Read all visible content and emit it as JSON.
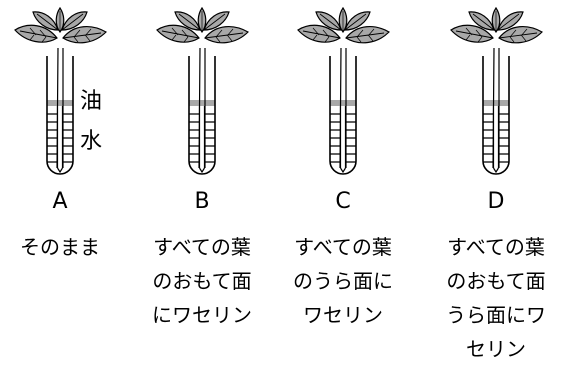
{
  "labels": {
    "oil": "油",
    "water": "水"
  },
  "setups": [
    {
      "letter": "A",
      "lines": [
        "そのまま"
      ]
    },
    {
      "letter": "B",
      "lines": [
        "すべての葉",
        "のおもて面",
        "にワセリン"
      ]
    },
    {
      "letter": "C",
      "lines": [
        "すべての葉",
        "のうら面に",
        "ワセリン"
      ]
    },
    {
      "letter": "D",
      "lines": [
        "すべての葉",
        "のおもて面",
        "うら面にワ",
        "セリン"
      ]
    }
  ],
  "colors": {
    "leaf": "#a8a8a8",
    "oil": "#a8a8a8",
    "line": "#000000"
  }
}
